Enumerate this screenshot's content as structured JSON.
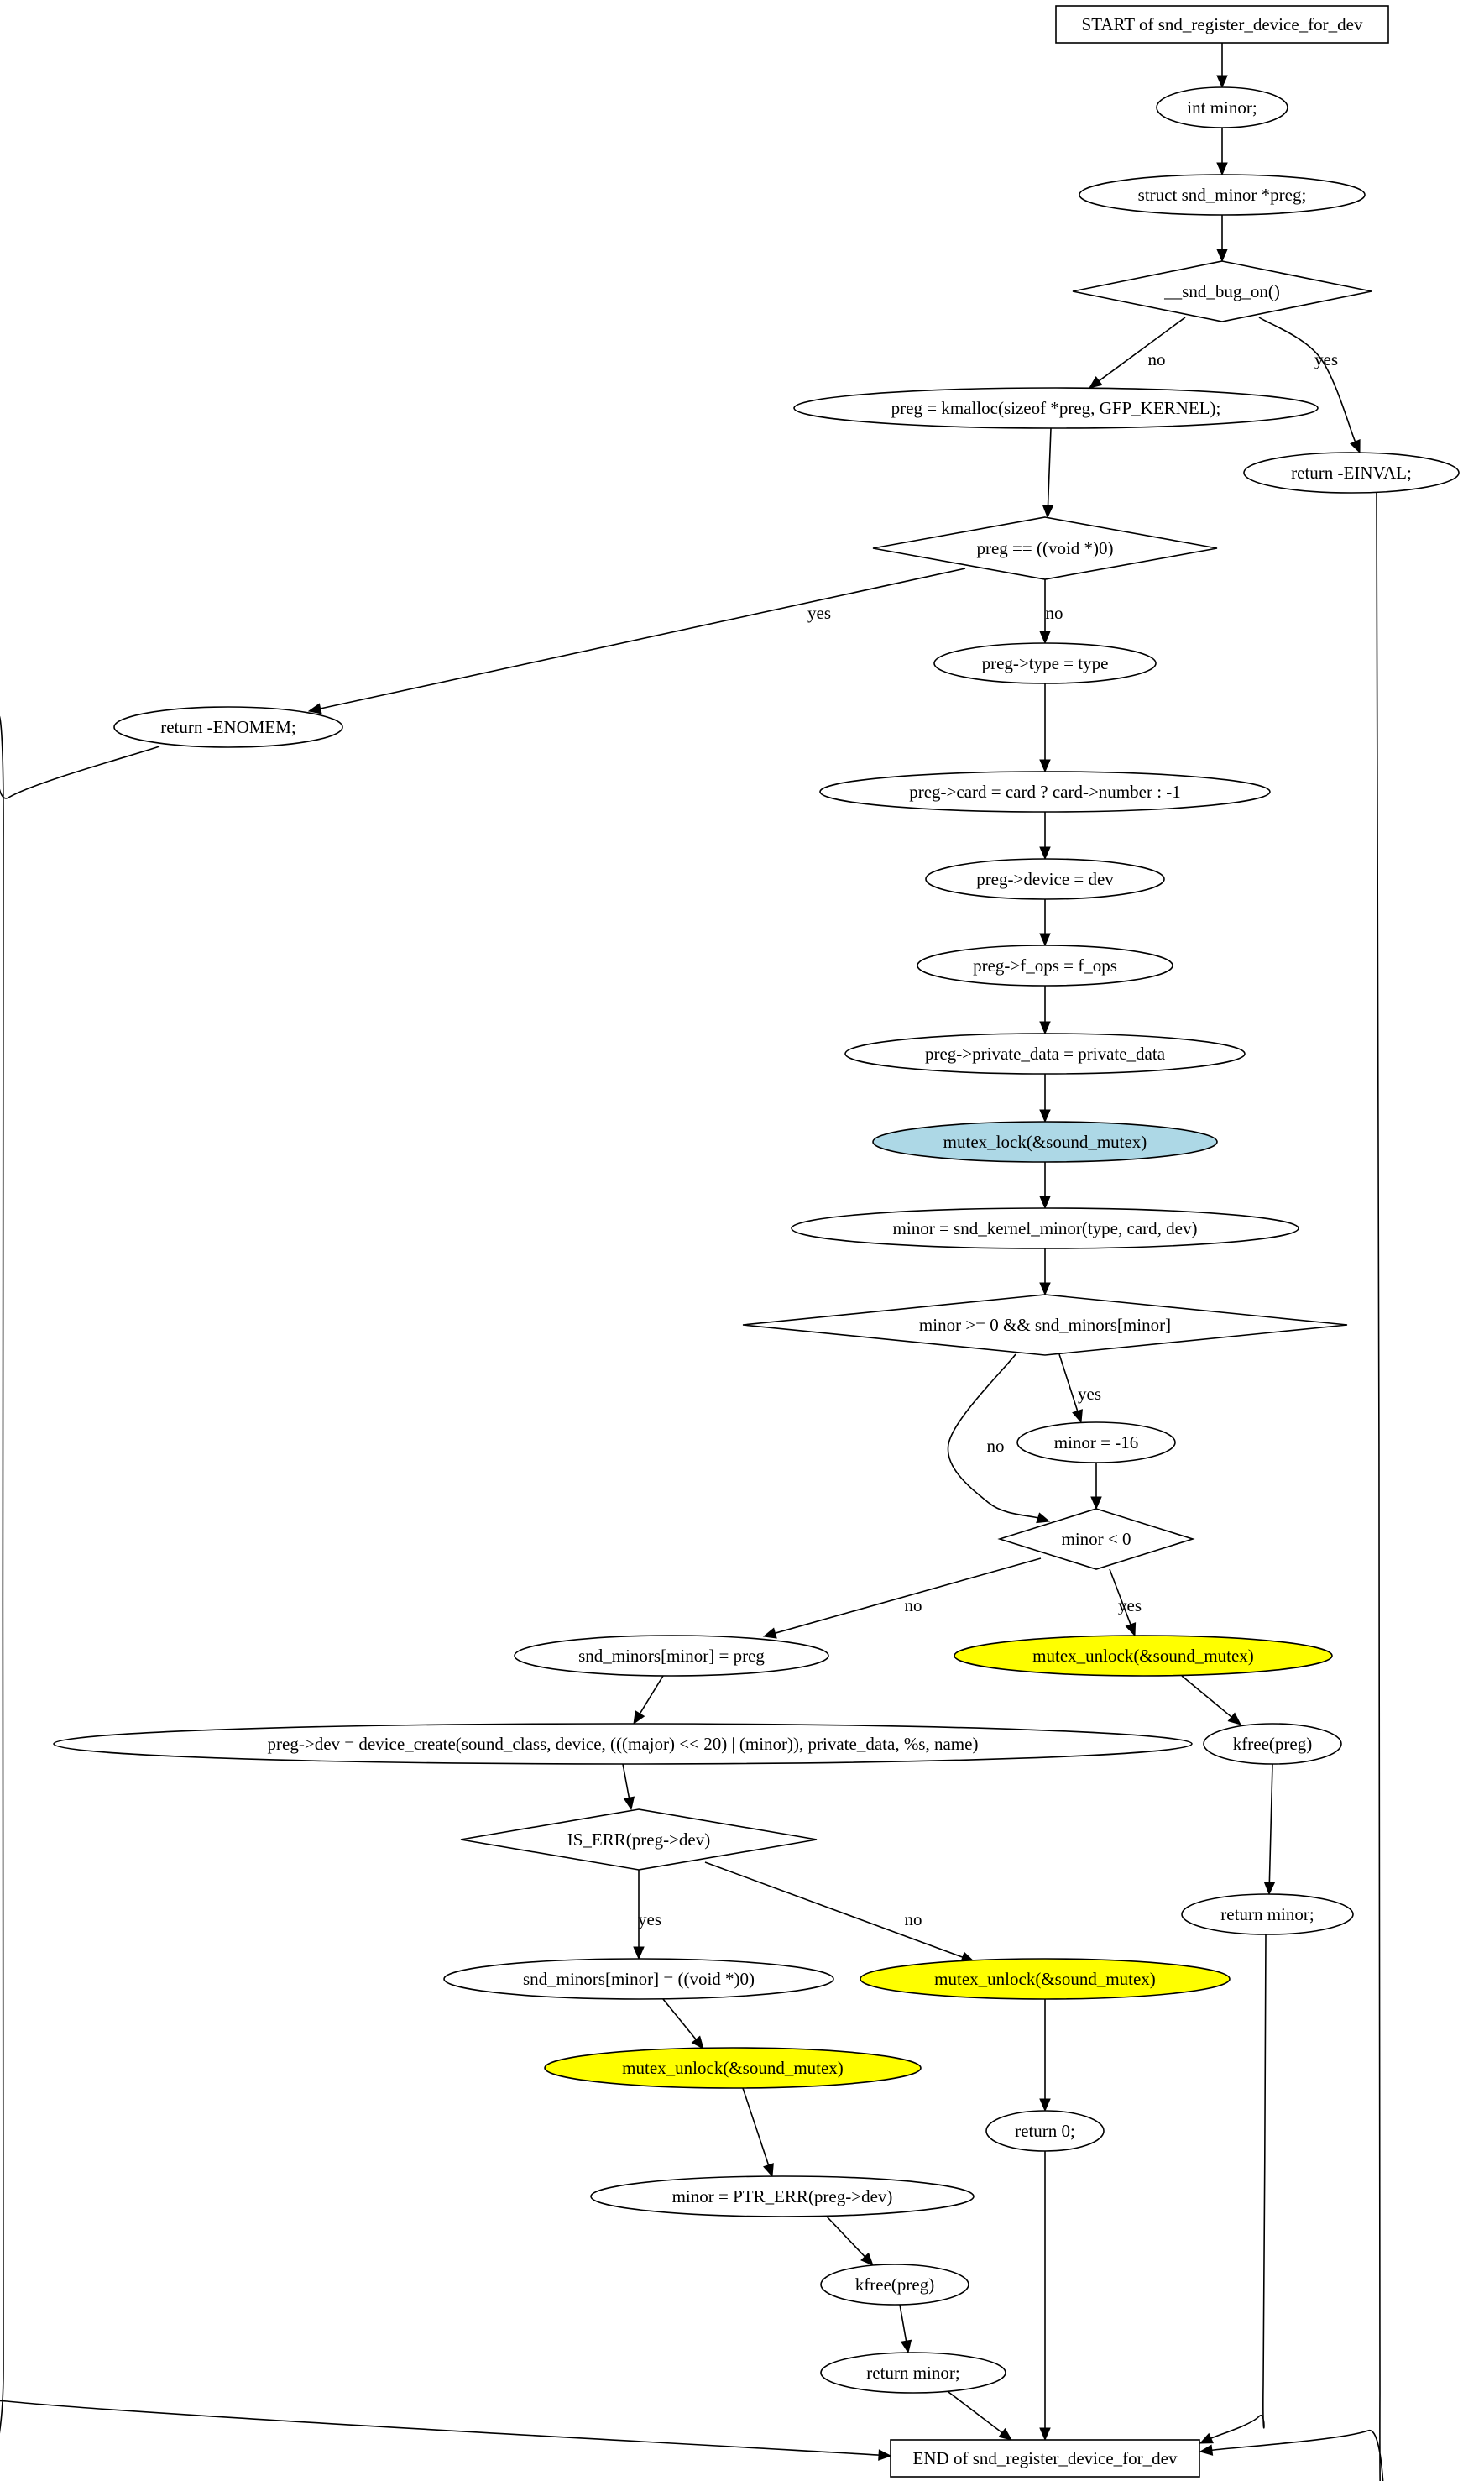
{
  "diagram": {
    "colors": {
      "default_fill": "#ffffff",
      "lock_fill": "#add8e6",
      "unlock_fill": "#ffff00",
      "stroke": "#000000"
    },
    "nodes": [
      {
        "id": "start",
        "shape": "box",
        "label": "START of snd_register_device_for_dev"
      },
      {
        "id": "int_minor",
        "shape": "ellipse",
        "label": "int minor;"
      },
      {
        "id": "struct_preg",
        "shape": "ellipse",
        "label": "struct snd_minor *preg;"
      },
      {
        "id": "bug_on",
        "shape": "diamond",
        "label": "__snd_bug_on()"
      },
      {
        "id": "kmalloc",
        "shape": "ellipse",
        "label": "preg = kmalloc(sizeof *preg, GFP_KERNEL);"
      },
      {
        "id": "ret_einval",
        "shape": "ellipse",
        "label": "return -EINVAL;"
      },
      {
        "id": "preg_null",
        "shape": "diamond",
        "label": "preg == ((void *)0)"
      },
      {
        "id": "type",
        "shape": "ellipse",
        "label": "preg->type = type"
      },
      {
        "id": "ret_enomem",
        "shape": "ellipse",
        "label": "return -ENOMEM;"
      },
      {
        "id": "card",
        "shape": "ellipse",
        "label": "preg->card = card ? card->number : -1"
      },
      {
        "id": "device",
        "shape": "ellipse",
        "label": "preg->device = dev"
      },
      {
        "id": "fops",
        "shape": "ellipse",
        "label": "preg->f_ops = f_ops"
      },
      {
        "id": "private",
        "shape": "ellipse",
        "label": "preg->private_data = private_data"
      },
      {
        "id": "lock",
        "shape": "ellipse",
        "fill": "lock",
        "label": "mutex_lock(&sound_mutex)"
      },
      {
        "id": "kernel_minor",
        "shape": "ellipse",
        "label": "minor = snd_kernel_minor(type, card, dev)"
      },
      {
        "id": "cond_minors",
        "shape": "diamond",
        "label": "minor >= 0 && snd_minors[minor]"
      },
      {
        "id": "minus16",
        "shape": "ellipse",
        "label": "minor = -16"
      },
      {
        "id": "lt0",
        "shape": "diamond",
        "label": "minor < 0"
      },
      {
        "id": "set_minors",
        "shape": "ellipse",
        "label": "snd_minors[minor] = preg"
      },
      {
        "id": "unlock1",
        "shape": "ellipse",
        "fill": "unlock",
        "label": "mutex_unlock(&sound_mutex)"
      },
      {
        "id": "dev_create",
        "shape": "ellipse",
        "label": "preg->dev = device_create(sound_class, device, (((major) << 20) | (minor)), private_data, %s, name)"
      },
      {
        "id": "kfree1",
        "shape": "ellipse",
        "label": "kfree(preg)"
      },
      {
        "id": "is_err",
        "shape": "diamond",
        "label": "IS_ERR(preg->dev)"
      },
      {
        "id": "ret_minor1",
        "shape": "ellipse",
        "label": "return minor;"
      },
      {
        "id": "null_minors",
        "shape": "ellipse",
        "label": "snd_minors[minor] = ((void *)0)"
      },
      {
        "id": "unlock2",
        "shape": "ellipse",
        "fill": "unlock",
        "label": "mutex_unlock(&sound_mutex)"
      },
      {
        "id": "unlock3",
        "shape": "ellipse",
        "fill": "unlock",
        "label": "mutex_unlock(&sound_mutex)"
      },
      {
        "id": "ret0",
        "shape": "ellipse",
        "label": "return 0;"
      },
      {
        "id": "ptr_err",
        "shape": "ellipse",
        "label": "minor = PTR_ERR(preg->dev)"
      },
      {
        "id": "kfree2",
        "shape": "ellipse",
        "label": "kfree(preg)"
      },
      {
        "id": "ret_minor2",
        "shape": "ellipse",
        "label": "return minor;"
      },
      {
        "id": "end",
        "shape": "box",
        "label": "END of snd_register_device_for_dev"
      }
    ],
    "edges": [
      {
        "id": "e1",
        "from": "start",
        "to": "int_minor",
        "label": ""
      },
      {
        "id": "e2",
        "from": "int_minor",
        "to": "struct_preg",
        "label": ""
      },
      {
        "id": "e3",
        "from": "struct_preg",
        "to": "bug_on",
        "label": ""
      },
      {
        "id": "e4",
        "from": "bug_on",
        "to": "kmalloc",
        "label": "no"
      },
      {
        "id": "e5",
        "from": "bug_on",
        "to": "ret_einval",
        "label": "yes"
      },
      {
        "id": "e6",
        "from": "kmalloc",
        "to": "preg_null",
        "label": ""
      },
      {
        "id": "e7",
        "from": "preg_null",
        "to": "ret_enomem",
        "label": "yes"
      },
      {
        "id": "e8",
        "from": "preg_null",
        "to": "type",
        "label": "no"
      },
      {
        "id": "e9",
        "from": "type",
        "to": "card",
        "label": ""
      },
      {
        "id": "e10",
        "from": "card",
        "to": "device",
        "label": ""
      },
      {
        "id": "e11",
        "from": "device",
        "to": "fops",
        "label": ""
      },
      {
        "id": "e12",
        "from": "fops",
        "to": "private",
        "label": ""
      },
      {
        "id": "e13",
        "from": "private",
        "to": "lock",
        "label": ""
      },
      {
        "id": "e14",
        "from": "lock",
        "to": "kernel_minor",
        "label": ""
      },
      {
        "id": "e15",
        "from": "kernel_minor",
        "to": "cond_minors",
        "label": ""
      },
      {
        "id": "e16",
        "from": "cond_minors",
        "to": "minus16",
        "label": "yes"
      },
      {
        "id": "e17",
        "from": "cond_minors",
        "to": "lt0",
        "label": "no"
      },
      {
        "id": "e18",
        "from": "minus16",
        "to": "lt0",
        "label": ""
      },
      {
        "id": "e19",
        "from": "lt0",
        "to": "set_minors",
        "label": "no"
      },
      {
        "id": "e20",
        "from": "lt0",
        "to": "unlock1",
        "label": "yes"
      },
      {
        "id": "e21",
        "from": "set_minors",
        "to": "dev_create",
        "label": ""
      },
      {
        "id": "e22",
        "from": "unlock1",
        "to": "kfree1",
        "label": ""
      },
      {
        "id": "e23",
        "from": "dev_create",
        "to": "is_err",
        "label": ""
      },
      {
        "id": "e24",
        "from": "kfree1",
        "to": "ret_minor1",
        "label": ""
      },
      {
        "id": "e25",
        "from": "is_err",
        "to": "null_minors",
        "label": "yes"
      },
      {
        "id": "e26",
        "from": "is_err",
        "to": "unlock3",
        "label": "no"
      },
      {
        "id": "e27",
        "from": "null_minors",
        "to": "unlock2",
        "label": ""
      },
      {
        "id": "e28",
        "from": "unlock2",
        "to": "ptr_err",
        "label": ""
      },
      {
        "id": "e29",
        "from": "unlock3",
        "to": "ret0",
        "label": ""
      },
      {
        "id": "e30",
        "from": "ptr_err",
        "to": "kfree2",
        "label": ""
      },
      {
        "id": "e31",
        "from": "kfree2",
        "to": "ret_minor2",
        "label": ""
      },
      {
        "id": "e32",
        "from": "ret_minor2",
        "to": "end",
        "label": ""
      },
      {
        "id": "e33",
        "from": "ret0",
        "to": "end",
        "label": ""
      },
      {
        "id": "e34",
        "from": "ret_minor1",
        "to": "end",
        "label": ""
      },
      {
        "id": "e35",
        "from": "ret_einval",
        "to": "end",
        "label": ""
      },
      {
        "id": "e36",
        "from": "ret_enomem",
        "to": "end",
        "label": ""
      }
    ]
  }
}
